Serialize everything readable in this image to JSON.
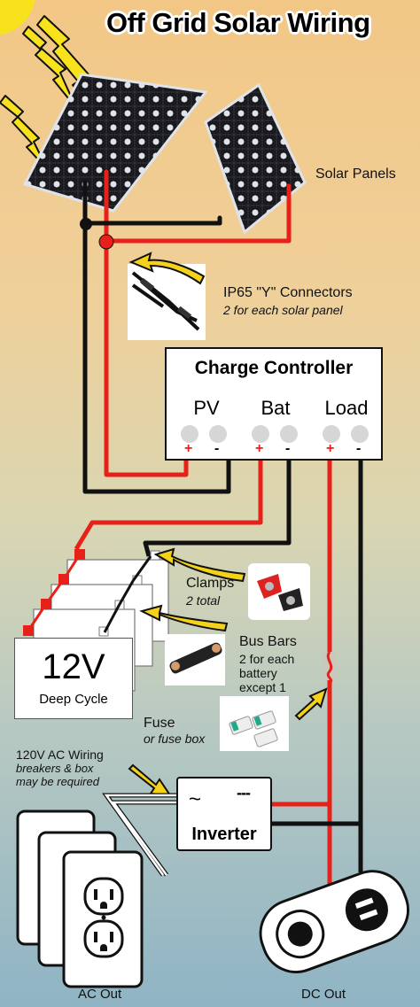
{
  "title": "Off Grid Solar Wiring",
  "solar_panels": {
    "label": "Solar Panels"
  },
  "connectors": {
    "label": "IP65 \"Y\" Connectors",
    "note": "2 for each solar panel"
  },
  "charge_controller": {
    "title": "Charge Controller",
    "terminals": [
      "PV",
      "Bat",
      "Load"
    ],
    "signs": [
      "+",
      "-",
      "+",
      "-",
      "+",
      "-"
    ]
  },
  "clamps": {
    "label": "Clamps",
    "note": "2 total"
  },
  "bus_bars": {
    "label": "Bus Bars",
    "note_lines": [
      "2 for each",
      "battery",
      "except 1"
    ]
  },
  "battery": {
    "voltage": "12V",
    "type": "Deep Cycle"
  },
  "fuse": {
    "label": "Fuse",
    "note": "or fuse box"
  },
  "ac_wiring": {
    "label": "120V AC Wiring",
    "note_lines": [
      "breakers & box",
      "may be required"
    ]
  },
  "inverter": {
    "label": "Inverter",
    "ac_symbol": "~",
    "dc_symbol": "---"
  },
  "outputs": {
    "ac": "AC Out",
    "dc": "DC Out"
  },
  "colors": {
    "positive_wire": "#e8201a",
    "negative_wire": "#111111",
    "arrow_fill": "#f5d21a",
    "sun": "#f7e21c"
  }
}
